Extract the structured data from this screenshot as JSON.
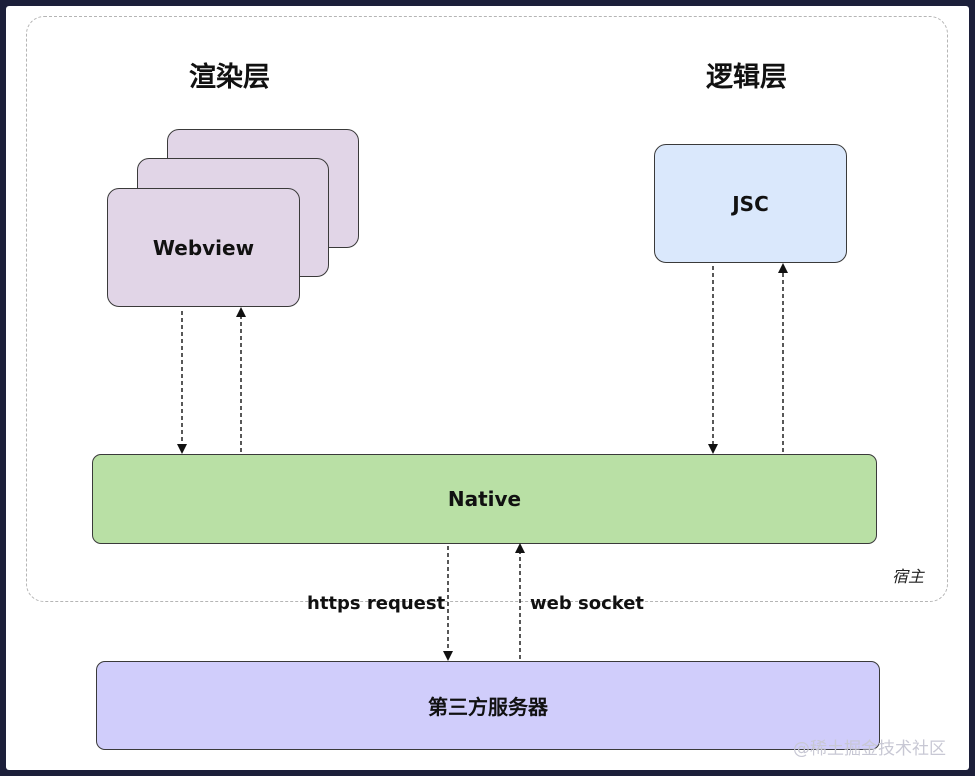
{
  "diagram": {
    "render_layer_title": "渲染层",
    "logic_layer_title": "逻辑层",
    "webview_label": "Webview",
    "jsc_label": "JSC",
    "native_label": "Native",
    "host_label": "宿主",
    "https_label": "https request",
    "websocket_label": "web socket",
    "server_label": "第三方服务器",
    "watermark": "@稀土掘金技术社区"
  },
  "colors": {
    "webview_fill": "#e1d5e7",
    "jsc_fill": "#dae8fc",
    "native_fill": "#b9e0a5",
    "server_fill": "#d0cdfb"
  }
}
